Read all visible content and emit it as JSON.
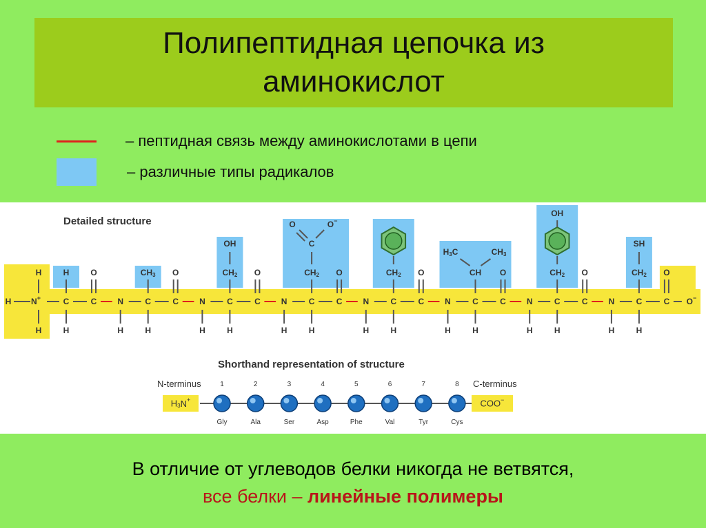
{
  "title": {
    "line1": "Полипептидная цепочка из",
    "line2": "аминокислот"
  },
  "legend": [
    {
      "icon": "red-line",
      "text": "– пептидная связь между аминокислотами в цепи",
      "color": "#e0201c"
    },
    {
      "icon": "blue-square",
      "text": "– различные типы радикалов",
      "color": "#7ec8f4"
    }
  ],
  "figure": {
    "detailed_title": "Detailed structure",
    "shorthand_title": "Shorthand representation of structure",
    "n_terminus_label": "N-terminus",
    "c_terminus_label": "C-terminus",
    "n_terminus_group": "H3N+",
    "c_terminus_group": "COO−",
    "residues": [
      {
        "number": "1",
        "code": "Gly",
        "side_chain": [
          "H"
        ]
      },
      {
        "number": "2",
        "code": "Ala",
        "side_chain": [
          "CH3"
        ]
      },
      {
        "number": "3",
        "code": "Ser",
        "side_chain": [
          "CH2",
          "OH"
        ]
      },
      {
        "number": "4",
        "code": "Asp",
        "side_chain": [
          "CH2",
          "C",
          "O",
          "O−"
        ]
      },
      {
        "number": "5",
        "code": "Phe",
        "side_chain": [
          "CH2",
          "ring"
        ]
      },
      {
        "number": "6",
        "code": "Val",
        "side_chain": [
          "CH",
          "H3C",
          "CH3"
        ]
      },
      {
        "number": "7",
        "code": "Tyr",
        "side_chain": [
          "CH2",
          "ring",
          "OH"
        ]
      },
      {
        "number": "8",
        "code": "Cys",
        "side_chain": [
          "CH2",
          "SH"
        ]
      }
    ],
    "backbone_atoms": {
      "h": "H",
      "n": "N",
      "c": "C",
      "o": "O",
      "o_minus": "O−",
      "n_plus": "N+"
    }
  },
  "bottom": {
    "line1": "В отличие от углеводов белки никогда не ветвятся,",
    "line2_plain": "все белки – ",
    "line2_bold": "линейные полимеры",
    "color_plain": "#111111",
    "color_red": "#b8161a"
  }
}
